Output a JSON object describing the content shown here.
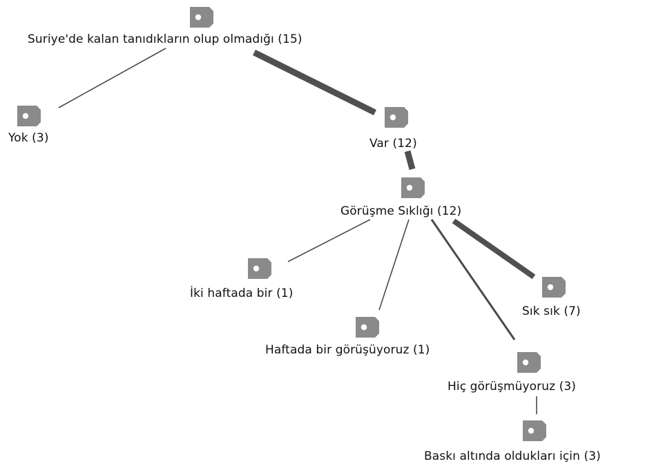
{
  "tree": {
    "icon": "tag-icon",
    "icon_color": "#8a8a8a",
    "icon_hole_color": "#ffffff",
    "edge_color": "#4a4a4a",
    "edge_thick_color": "#505050",
    "nodes": [
      {
        "id": "n0",
        "label": "Suriye'de kalan tanıdıkların olup olmadığı  (15)",
        "text": "Suriye'de kalan tanıdıkların olup olmadığı",
        "count": 15
      },
      {
        "id": "n1",
        "label": "Yok (3)",
        "text": "Yok",
        "count": 3
      },
      {
        "id": "n2",
        "label": "Var (12)",
        "text": "Var",
        "count": 12
      },
      {
        "id": "n3",
        "label": "Görüşme Sıklığı (12)",
        "text": "Görüşme Sıklığı",
        "count": 12
      },
      {
        "id": "n4",
        "label": "İki haftada bir (1)",
        "text": "İki haftada bir",
        "count": 1
      },
      {
        "id": "n5",
        "label": "Sık sık (7)",
        "text": "Sık sık",
        "count": 7
      },
      {
        "id": "n6",
        "label": "Haftada bir görüşüyoruz (1)",
        "text": "Haftada bir görüşüyoruz",
        "count": 1
      },
      {
        "id": "n7",
        "label": "Hiç görüşmüyoruz (3)",
        "text": "Hiç görüşmüyoruz",
        "count": 3
      },
      {
        "id": "n8",
        "label": "Baskı altında oldukları için (3)",
        "text": "Baskı altında oldukları için",
        "count": 3
      }
    ],
    "edges": [
      {
        "from": "n0",
        "to": "n1",
        "weight": 3
      },
      {
        "from": "n0",
        "to": "n2",
        "weight": 12
      },
      {
        "from": "n2",
        "to": "n3",
        "weight": 12
      },
      {
        "from": "n3",
        "to": "n4",
        "weight": 1
      },
      {
        "from": "n3",
        "to": "n6",
        "weight": 1
      },
      {
        "from": "n3",
        "to": "n7",
        "weight": 3
      },
      {
        "from": "n3",
        "to": "n5",
        "weight": 7
      },
      {
        "from": "n7",
        "to": "n8",
        "weight": 3
      }
    ]
  }
}
